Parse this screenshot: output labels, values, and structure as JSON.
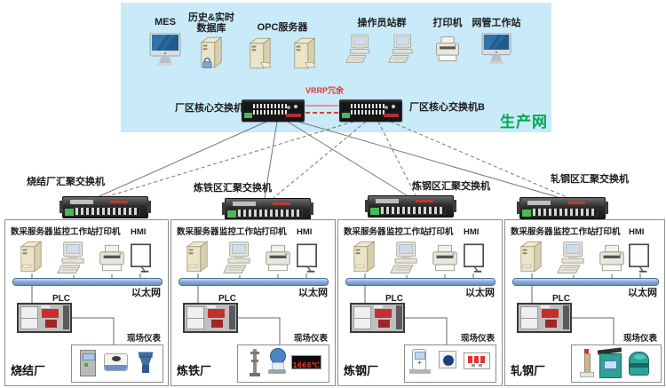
{
  "top_zone": {
    "zone_label": "生产网",
    "vrrp_label": "VRRP冗余",
    "core_switch_a": "厂区核心交换机A",
    "core_switch_b": "厂区核心交换机B",
    "devices": {
      "mes": "MES",
      "history_db_line1": "历史&实时",
      "history_db_line2": "数据库",
      "opc_server": "OPC服务器",
      "operator_stations": "操作员站群",
      "printer": "打印机",
      "nms_workstation": "网管工作站"
    }
  },
  "aggregation_switches": [
    "烧结厂汇聚交换机",
    "炼铁区汇聚交换机",
    "炼钢区汇聚交换机",
    "轧钢区汇聚交换机"
  ],
  "plant_common": {
    "daq_server": "数采服务器",
    "monitor_workstation": "监控工作站",
    "printer": "打印机",
    "hmi": "HMI",
    "ethernet": "以太网",
    "plc": "PLC",
    "field_instruments": "现场仪表"
  },
  "plants": [
    {
      "name": "烧结厂"
    },
    {
      "name": "炼铁厂",
      "display_value": "1668℃"
    },
    {
      "name": "炼钢厂"
    },
    {
      "name": "轧钢厂"
    }
  ],
  "colors": {
    "zone_bg": "#C9EAF8",
    "zone_label_green": "#00A651",
    "vrrp_red": "#E53935",
    "ethernet_bar": "#7FA3CC",
    "line_gray": "#777777"
  }
}
